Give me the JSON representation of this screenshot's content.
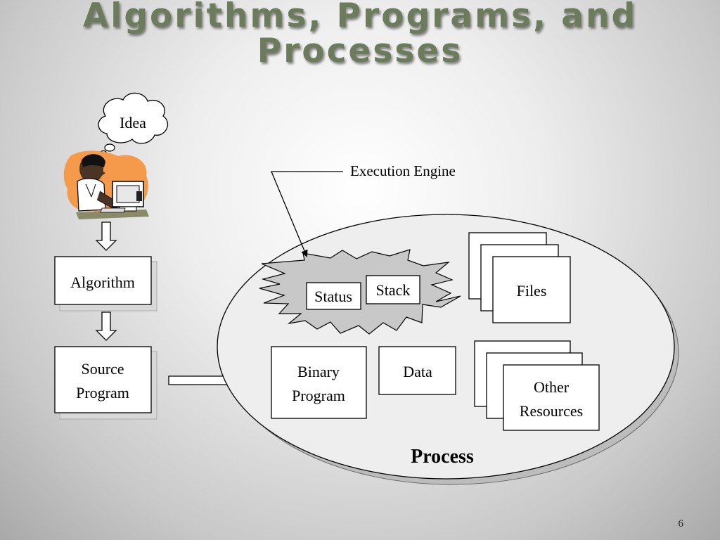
{
  "slide": {
    "title_line1": "Algorithms, Programs, and",
    "title_line2": "Processes",
    "page_number": "6"
  },
  "diagram": {
    "idea": "Idea",
    "algorithm": "Algorithm",
    "source_program_1": "Source",
    "source_program_2": "Program",
    "execution_engine": "Execution Engine",
    "status": "Status",
    "stack": "Stack",
    "files": "Files",
    "binary_program_1": "Binary",
    "binary_program_2": "Program",
    "data": "Data",
    "other_resources_1": "Other",
    "other_resources_2": "Resources",
    "process": "Process"
  },
  "colors": {
    "title": "#6b7b5b",
    "person_background": "#f59a4a",
    "engine_fill": "#c8c8c8",
    "process_fill": "#eeeeee"
  }
}
